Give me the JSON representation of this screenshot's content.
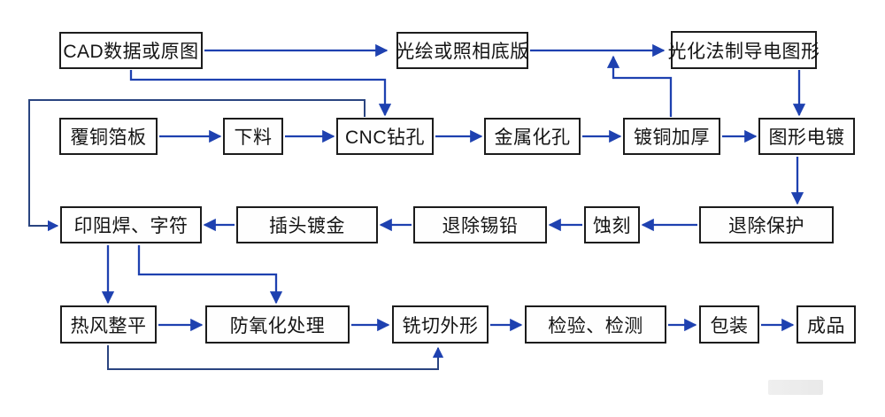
{
  "diagram": {
    "description_labels": {
      "cad": "CAD数据或原图",
      "photoplot": "光绘或照相底版",
      "photochem": "光化法制导电图形",
      "ccl": "覆铜箔板",
      "blanking": "下料",
      "cnc": "CNC钻孔",
      "pth": "金属化孔",
      "panel_plating": "镀铜加厚",
      "pattern_plating": "图形电镀",
      "soldermask": "印阻焊、字符",
      "gold_plating": "插头镀金",
      "strip_tin_lead": "退除锡铅",
      "etching": "蚀刻",
      "strip_resist": "退除保护",
      "hasl": "热风整平",
      "anti_oxidation": "防氧化处理",
      "routing": "铣切外形",
      "inspection": "检验、检测",
      "packing": "包装",
      "product": "成品"
    },
    "colors": {
      "arrow_blue": "#1e41b0",
      "arrow_navy": "#2a4480",
      "box_border": "#1c1c1c",
      "box_fill": "#fefefe",
      "text": "#141414",
      "background": "#ffffff"
    }
  }
}
